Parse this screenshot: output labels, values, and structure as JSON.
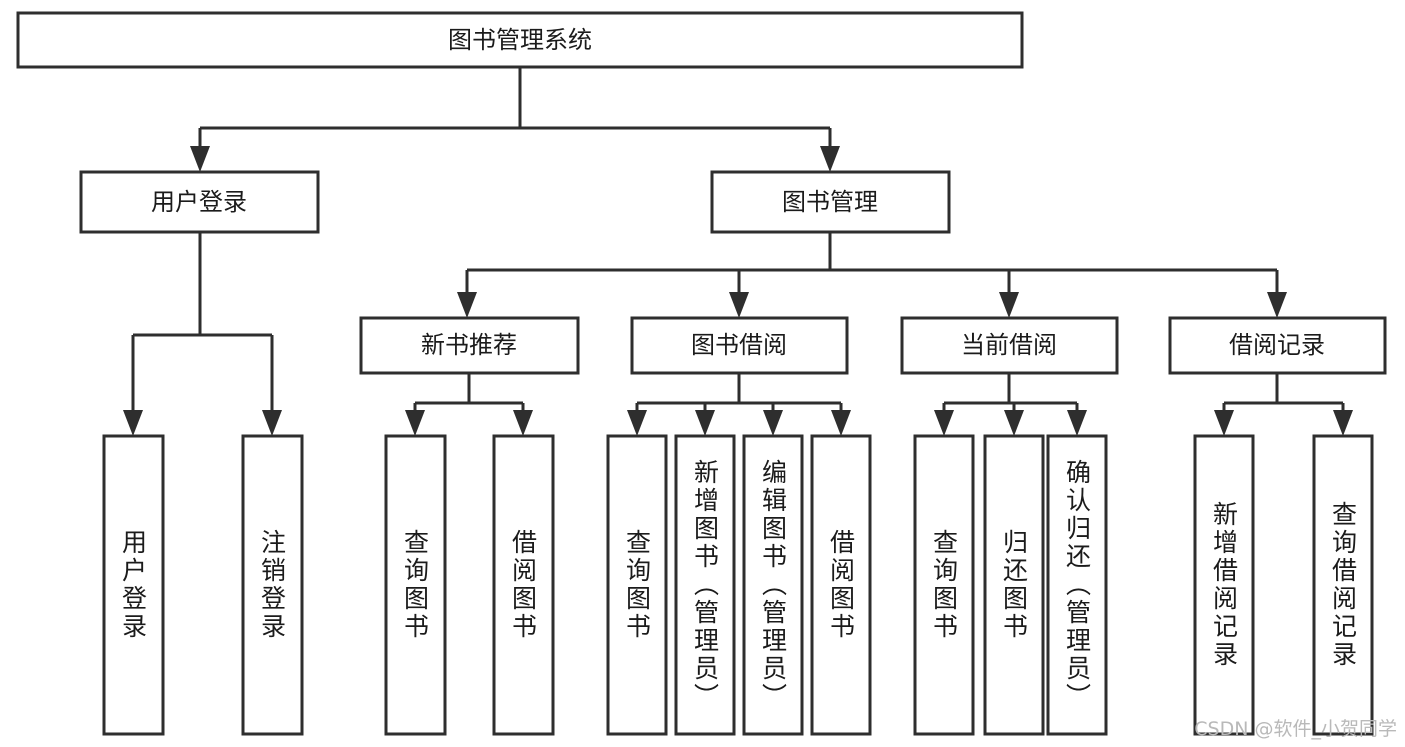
{
  "diagram": {
    "type": "tree-hierarchy-chart",
    "title": "图书管理系统",
    "watermark": "CSDN @软件_小贺同学",
    "colors": {
      "background": "#ffffff",
      "box_stroke": "#2e2e2e",
      "box_fill": "#ffffff",
      "text": "#1b1b1b",
      "connector": "#2e2e2e",
      "watermark": "#b9b9b9"
    },
    "root": {
      "label": "图书管理系统",
      "orientation": "horizontal"
    },
    "level2": [
      {
        "label": "用户登录",
        "orientation": "horizontal"
      },
      {
        "label": "图书管理",
        "orientation": "horizontal"
      }
    ],
    "level3": [
      {
        "label": "新书推荐",
        "orientation": "horizontal"
      },
      {
        "label": "图书借阅",
        "orientation": "horizontal"
      },
      {
        "label": "当前借阅",
        "orientation": "horizontal"
      },
      {
        "label": "借阅记录",
        "orientation": "horizontal"
      }
    ],
    "leaves": {
      "user_login": [
        {
          "label": "用户登录",
          "orientation": "vertical"
        },
        {
          "label": "注销登录",
          "orientation": "vertical"
        }
      ],
      "new_book_recommend": [
        {
          "label": "查询图书",
          "orientation": "vertical"
        },
        {
          "label": "借阅图书",
          "orientation": "vertical"
        }
      ],
      "book_borrow": [
        {
          "label": "查询图书",
          "orientation": "vertical"
        },
        {
          "label": "新增图书（管理员）",
          "orientation": "vertical"
        },
        {
          "label": "编辑图书（管理员）",
          "orientation": "vertical"
        },
        {
          "label": "借阅图书",
          "orientation": "vertical"
        }
      ],
      "current_borrow": [
        {
          "label": "查询图书",
          "orientation": "vertical"
        },
        {
          "label": "归还图书",
          "orientation": "vertical"
        },
        {
          "label": "确认归还（管理员）",
          "orientation": "vertical"
        }
      ],
      "borrow_record": [
        {
          "label": "新增借阅记录",
          "orientation": "vertical"
        },
        {
          "label": "查询借阅记录",
          "orientation": "vertical"
        }
      ]
    }
  }
}
